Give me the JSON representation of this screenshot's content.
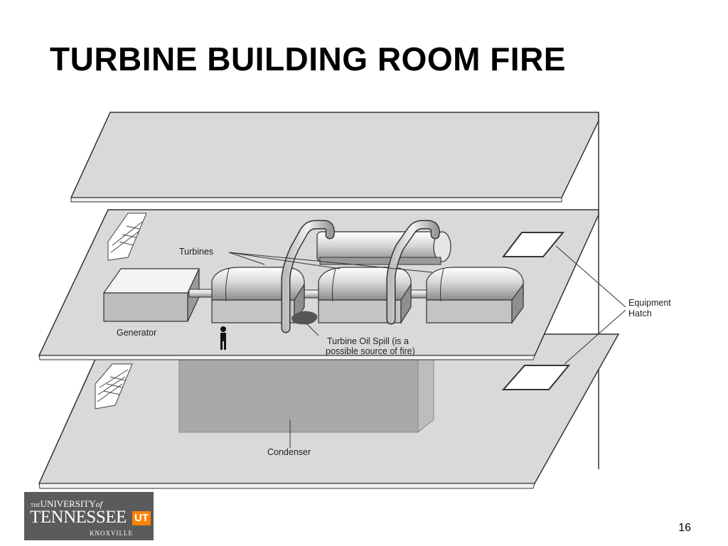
{
  "slide": {
    "title": "TURBINE BUILDING ROOM FIRE",
    "page_number": "16"
  },
  "diagram": {
    "labels": {
      "turbines": "Turbines",
      "generator": "Generator",
      "oil_spill_line1": "Turbine Oil Spill (is a",
      "oil_spill_line2": "possible source of fire)",
      "hatch_line1": "Equipment",
      "hatch_line2": "Hatch",
      "condenser": "Condenser"
    }
  },
  "logo": {
    "line1_prefix": "THE",
    "line1_main": "UNIVERSITY",
    "line1_suffix": "of",
    "line2": "TENNESSEE",
    "badge": "UT",
    "line3": "KNOXVILLE"
  },
  "colors": {
    "floor_gray": "#d9d9d9",
    "floor_edge": "#333333",
    "condenser_gray": "#a9a9a9",
    "oil_spill": "#555555",
    "logo_bg": "#5a5b5d",
    "logo_accent": "#ff8200"
  }
}
